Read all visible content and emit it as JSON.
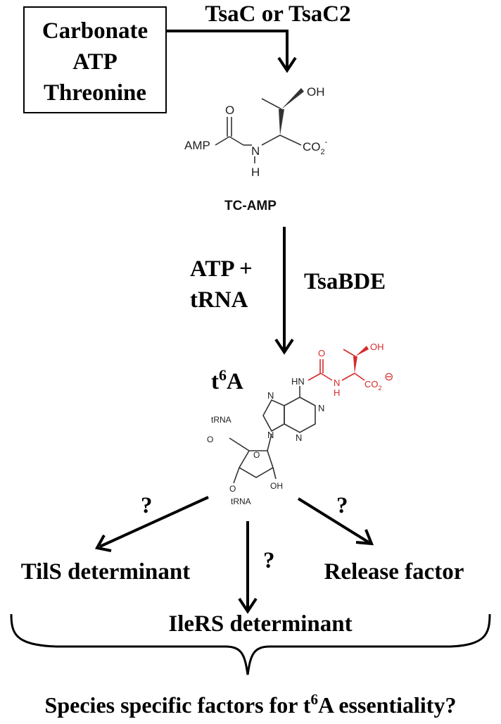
{
  "substrates": {
    "line1": "Carbonate",
    "line2": "ATP",
    "line3": "Threonine"
  },
  "step1": {
    "enzyme_label": "TsaC or TsaC2"
  },
  "intermediate": {
    "name": "TC-AMP",
    "atoms": {
      "amp": "AMP",
      "o": "O",
      "n": "N",
      "h": "H",
      "oh": "OH",
      "co2": "CO",
      "co2_sub": "2",
      "co2_sup": "-"
    }
  },
  "step2": {
    "cofactor_line1": "ATP +",
    "cofactor_line2": "tRNA",
    "enzyme_label": "TsaBDE"
  },
  "product": {
    "name_base": "t",
    "name_sup": "6",
    "name_rest": "A",
    "atoms": {
      "hn": "HN",
      "o": "O",
      "n": "N",
      "h": "H",
      "oh": "OH",
      "co2": "CO",
      "co2_sub": "2",
      "charge": "⊖",
      "ring_n1": "N",
      "ring_n2": "N",
      "ring_n3": "N",
      "ring_n4": "N",
      "trna_top": "tRNA",
      "trna_bottom": "tRNA",
      "o5": "O",
      "o3": "O",
      "ring_o": "O",
      "oh2": "OH"
    }
  },
  "outcomes": {
    "q_left": "?",
    "q_middle": "?",
    "q_right": "?",
    "left_label": "TilS determinant",
    "middle_label": "IleRS determinant",
    "right_label": "Release factor"
  },
  "conclusion": {
    "text_before": "Species specific factors for t",
    "text_sup": "6",
    "text_after": "A essentiality?"
  }
}
